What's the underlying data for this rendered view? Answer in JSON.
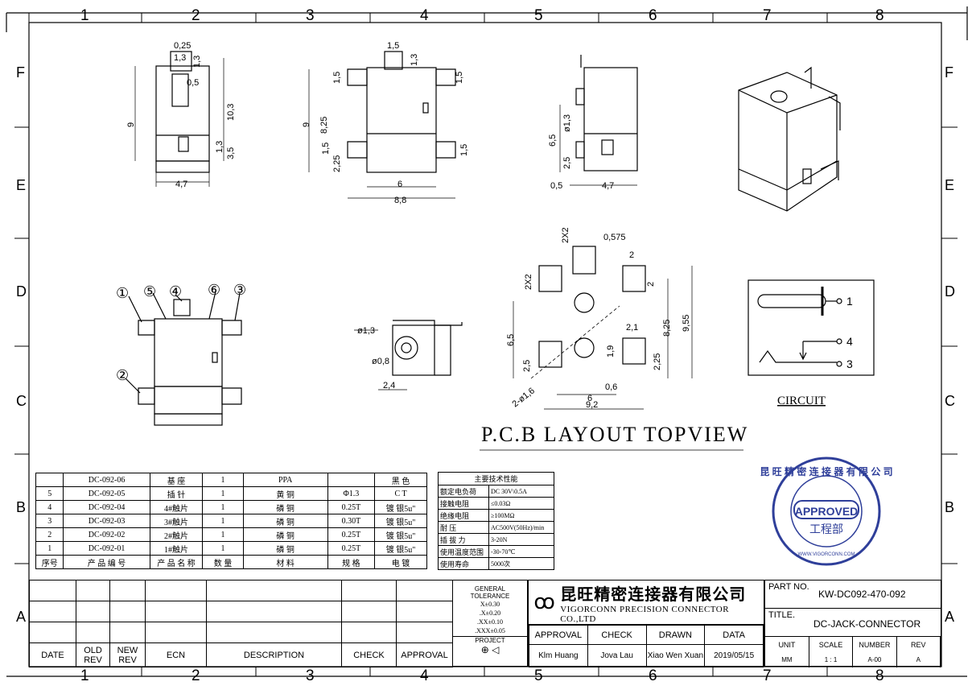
{
  "frame": {
    "columns": [
      "1",
      "2",
      "3",
      "4",
      "5",
      "6",
      "7",
      "8"
    ],
    "rows": [
      "F",
      "E",
      "D",
      "C",
      "B",
      "A"
    ]
  },
  "views": {
    "front": {
      "dims": [
        "0,25",
        "1,3",
        "1,3",
        "0,5",
        "9",
        "10,3",
        "1,3",
        "3,5",
        "4,7"
      ]
    },
    "side": {
      "dims": [
        "1,5",
        "1,3",
        "1,5",
        "1,5",
        "9",
        "8,25",
        "1,5",
        "2,25",
        "1,5",
        "6",
        "8,8"
      ]
    },
    "right": {
      "dims": [
        "6,5",
        "ø1,3",
        "2,5",
        "0,5",
        "4,7"
      ]
    },
    "pcb": {
      "dims": [
        "2X2",
        "0,575",
        "2",
        "2X2",
        "2",
        "6,5",
        "2,5",
        "2,1",
        "1,9",
        "8,25",
        "2,25",
        "9,55",
        "0,6",
        "6",
        "9,2",
        "2-ø1,6"
      ],
      "title": "P.C.B LAYOUT TOPVIEW"
    },
    "mid": {
      "dims": [
        "ø1,3",
        "ø0,8",
        "2,4"
      ]
    },
    "exploded": {
      "callouts": [
        "①",
        "⑤",
        "④",
        "⑥",
        "③",
        "②"
      ]
    }
  },
  "circuit": {
    "title": "CIRCUIT",
    "pins": [
      "1",
      "4",
      "3"
    ]
  },
  "bom": {
    "rows": [
      {
        "no": "",
        "part": "DC-092-06",
        "name": "基  座",
        "qty": "1",
        "material": "PPA",
        "spec": "",
        "finish": "黑 色"
      },
      {
        "no": "5",
        "part": "DC-092-05",
        "name": "插  针",
        "qty": "1",
        "material": "黄  铜",
        "spec": "Φ1.3",
        "finish": "C T"
      },
      {
        "no": "4",
        "part": "DC-092-04",
        "name": "4#触片",
        "qty": "1",
        "material": "磷  铜",
        "spec": "0.25T",
        "finish": "镀 银5u\""
      },
      {
        "no": "3",
        "part": "DC-092-03",
        "name": "3#触片",
        "qty": "1",
        "material": "磷  铜",
        "spec": "0.30T",
        "finish": "镀 银5u\""
      },
      {
        "no": "2",
        "part": "DC-092-02",
        "name": "2#触片",
        "qty": "1",
        "material": "磷  铜",
        "spec": "0.25T",
        "finish": "镀 银5u\""
      },
      {
        "no": "1",
        "part": "DC-092-01",
        "name": "1#触片",
        "qty": "1",
        "material": "磷  铜",
        "spec": "0.25T",
        "finish": "镀 银5u\""
      }
    ],
    "header": {
      "no": "序号",
      "part": "产 品 编 号",
      "name": "产 品 名 称",
      "qty": "数 量",
      "material": "材  料",
      "spec": "规  格",
      "finish": "电  镀"
    }
  },
  "specs": {
    "title": "主要技术性能",
    "rows": [
      [
        "额定电负荷",
        "DC 30V\\0.5A"
      ],
      [
        "接触电阻",
        "≤0.03Ω"
      ],
      [
        "绝缘电阻",
        "≥100MΩ"
      ],
      [
        "耐  压",
        "AC500V(50Hz)/min"
      ],
      [
        "插 拔 力",
        "3-20N"
      ],
      [
        "使用温度范围",
        "-30-70℃"
      ],
      [
        "使用寿命",
        "5000次"
      ]
    ]
  },
  "stamp": {
    "top": "昆 旺 精 密 连 接 器 有 限 公 司",
    "approved": "APPROVED",
    "dept": "工程部",
    "url": "WWW.VIGORCONN.COM"
  },
  "title_block": {
    "rev_headers": [
      "DATE",
      "OLD\nREV",
      "NEW\nREV",
      "ECN",
      "DESCRIPTION",
      "CHECK",
      "APPROVAL"
    ],
    "tolerance": {
      "title": "GENERAL\nTOLERANCE",
      "lines": [
        "X±0.30",
        ".X±0.20",
        ".XX±0.10",
        ".XXX±0.05"
      ],
      "project": "PROJECT"
    },
    "company_cn": "昆旺精密连接器有限公司",
    "company_en": "VIGORCONN PRECISION CONNECTOR CO.,LTD",
    "approval_labels": [
      "APPROVAL",
      "CHECK",
      "DRAWN",
      "DATA"
    ],
    "approval_values": [
      "Klm Huang",
      "Jova Lau",
      "Xiao Wen Xuan",
      "2019/05/15"
    ],
    "part_no_label": "PART NO.",
    "part_no": "KW-DC092-470-092",
    "title_label": "TITLE.",
    "title": "DC-JACK-CONNECTOR",
    "meta_labels": [
      "UNIT",
      "SCALE",
      "NUMBER",
      "REV"
    ],
    "meta_values": [
      "MM",
      "1 : 1",
      "A-00",
      "A"
    ]
  }
}
